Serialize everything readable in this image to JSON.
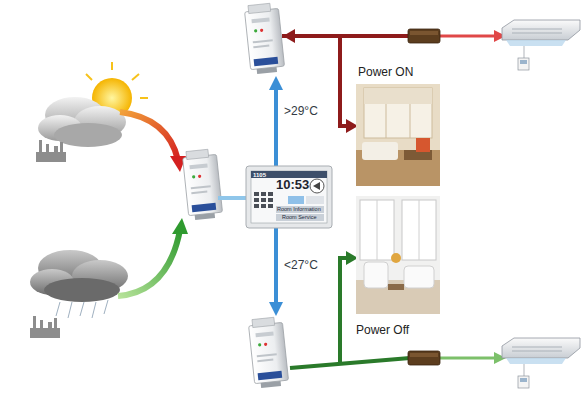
{
  "diagram": {
    "nodes": [
      {
        "text": [
          "1105",
          "10:53",
          "Room Information",
          "Room Service"
        ]
      },
      {
        "text": [
          "Power ON"
        ]
      },
      {
        "text": [
          "Power Off"
        ]
      }
    ],
    "labels": [
      ">29°C",
      "<27°C"
    ]
  }
}
